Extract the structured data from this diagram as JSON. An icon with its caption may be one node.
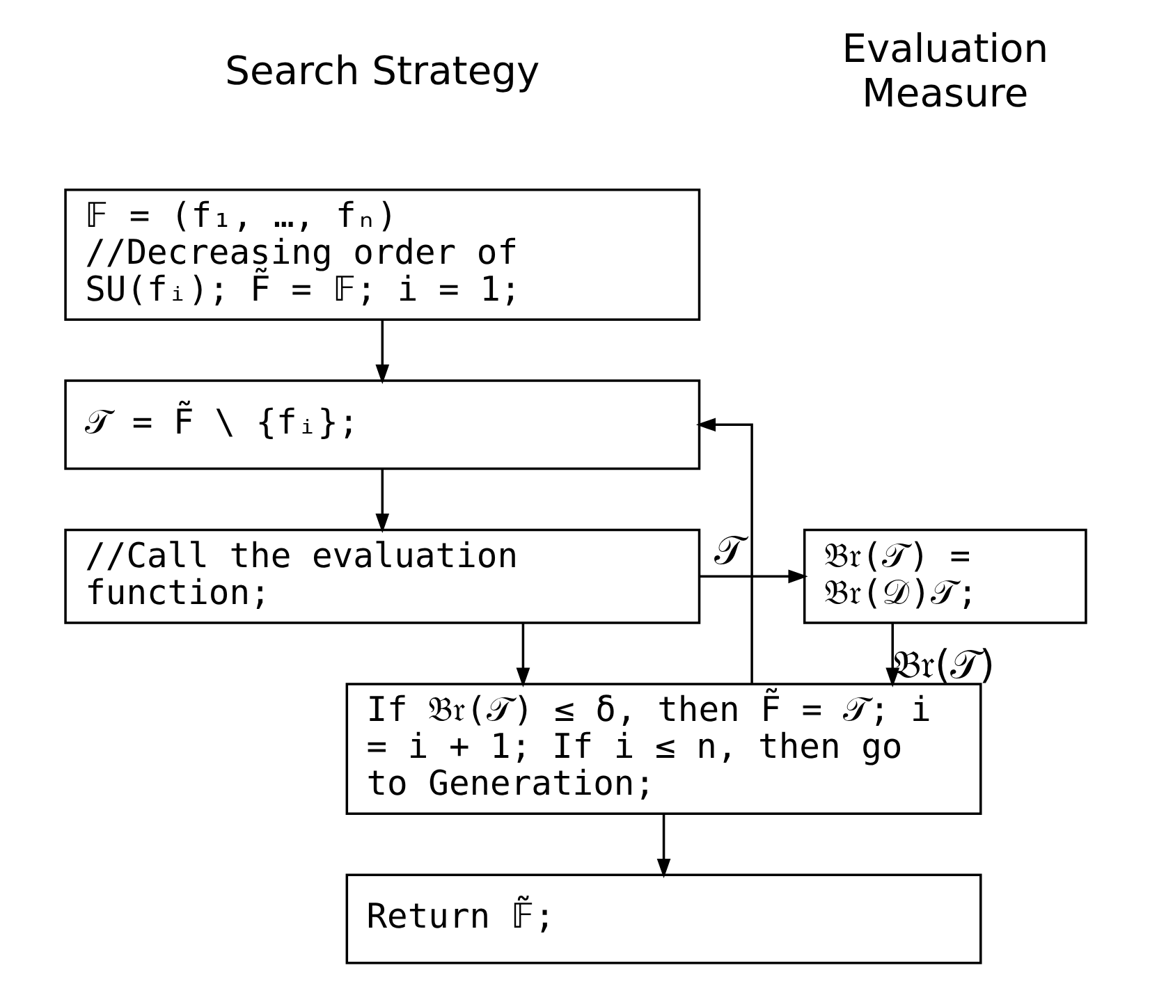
{
  "diagram": {
    "nodes": [
      {
        "text": [
          "𝔽 = (f₁, …, fₙ) //Decreasing order of SU(fᵢ); F̃ = 𝔽; i = 1;"
        ]
      },
      {
        "text": [
          "𝒯 = F̃ \\ {fᵢ};"
        ]
      },
      {
        "text": [
          "//Call the evaluation function;"
        ]
      },
      {
        "text": [
          "𝔅𝔯(𝒯) = 𝔅𝔯(𝒟)𝒯;"
        ]
      },
      {
        "text": [
          "If 𝔅𝔯(𝒯) ≤ δ, then F̃ = 𝒯; i = i + 1; If i ≤ n, then go to Generation;"
        ]
      },
      {
        "text": [
          "Return 𝔽̃;"
        ]
      }
    ],
    "edges": [
      {
        "from": 0,
        "to": 1,
        "arrow": "to"
      },
      {
        "from": 1,
        "to": 2,
        "arrow": "to"
      },
      {
        "from": 2,
        "to": 3,
        "arrow": "to",
        "label": "𝒯"
      },
      {
        "from": 2,
        "to": 4,
        "arrow": "to"
      },
      {
        "from": 3,
        "to": 4,
        "arrow": "to",
        "label": "𝔅𝔯(𝒯)"
      },
      {
        "from": 4,
        "to": 1,
        "arrow": "to"
      },
      {
        "from": 4,
        "to": 5,
        "arrow": "to"
      }
    ],
    "labels": [
      "Search Strategy",
      "Evaluation Measure"
    ]
  }
}
